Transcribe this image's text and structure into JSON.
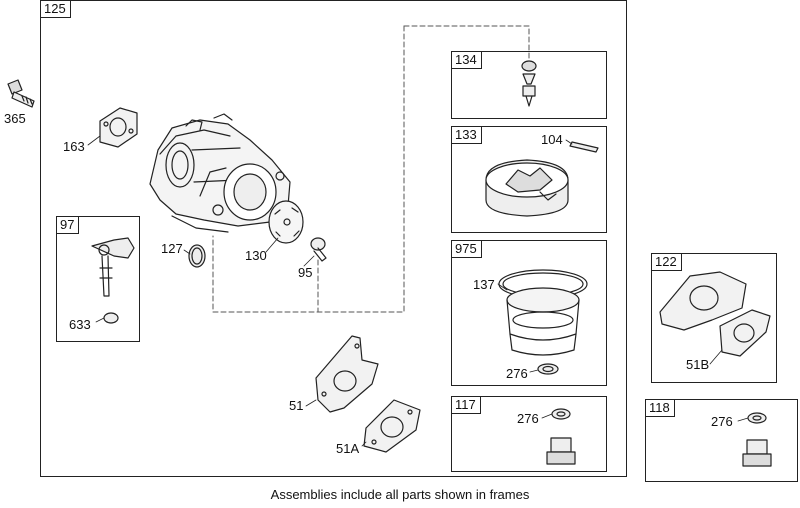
{
  "frames": {
    "main": "125",
    "needle": "134",
    "float": "133",
    "bowl": "975",
    "drain": "117",
    "primer": "97",
    "adapter": "122",
    "bolt_kit": "118"
  },
  "parts": {
    "bolt": "365",
    "gasket_top": "163",
    "oring": "127",
    "throttle_plate": "130",
    "screw": "95",
    "primer_seal": "633",
    "float_pin": "104",
    "bowl_gasket": "137",
    "washer_bowl": "276",
    "washer_drain": "276",
    "washer_kit": "276",
    "gasket_51": "51",
    "gasket_51a": "51A",
    "gasket_51b": "51B"
  },
  "caption": "Assemblies include all parts shown in frames"
}
